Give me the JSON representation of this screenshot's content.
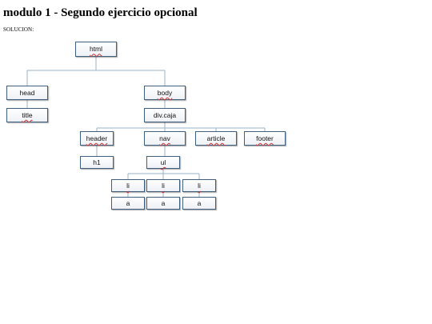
{
  "page": {
    "title": "modulo 1 - Segundo ejercicio opcional",
    "subtitle": "SOLUCION:"
  },
  "tree": {
    "root": "html",
    "head": "head",
    "title_tag": "title",
    "body": "body",
    "div_caja": "div.caja",
    "header": "header",
    "nav": "nav",
    "article": "article",
    "footer": "footer",
    "h1": "h1",
    "ul": "ul",
    "li_1": "li",
    "li_2": "li",
    "li_3": "li",
    "a_1": "a",
    "a_2": "a",
    "a_3": "a"
  },
  "colors": {
    "node_border": "#3f5f7f",
    "connector": "#9ab0c4",
    "spellcheck_underline": "#d03030"
  }
}
